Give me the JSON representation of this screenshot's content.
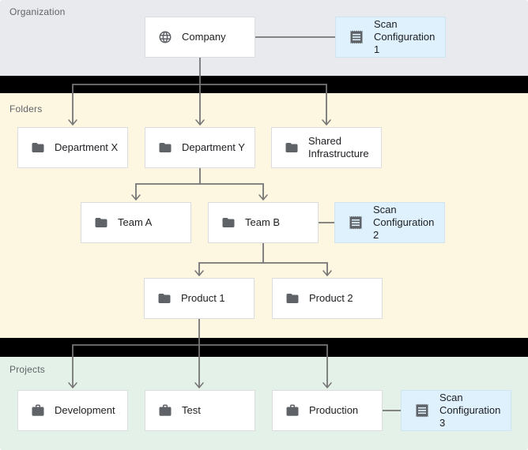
{
  "sections": {
    "organization": {
      "label": "Organization"
    },
    "folders": {
      "label": "Folders"
    },
    "projects": {
      "label": "Projects"
    }
  },
  "nodes": {
    "company": {
      "label": "Company",
      "icon": "globe-icon",
      "section": "organization"
    },
    "scan_config_1": {
      "label": "Scan Configuration 1",
      "icon": "receipt-icon",
      "section": "organization"
    },
    "department_x": {
      "label": "Department X",
      "icon": "folder-icon",
      "section": "folders"
    },
    "department_y": {
      "label": "Department Y",
      "icon": "folder-icon",
      "section": "folders"
    },
    "shared_infrastructure": {
      "label": "Shared Infrastructure",
      "icon": "folder-icon",
      "section": "folders"
    },
    "team_a": {
      "label": "Team A",
      "icon": "folder-icon",
      "section": "folders"
    },
    "team_b": {
      "label": "Team B",
      "icon": "folder-icon",
      "section": "folders"
    },
    "scan_config_2": {
      "label": "Scan Configuration 2",
      "icon": "receipt-icon",
      "section": "folders"
    },
    "product_1": {
      "label": "Product 1",
      "icon": "folder-icon",
      "section": "folders"
    },
    "product_2": {
      "label": "Product 2",
      "icon": "folder-icon",
      "section": "folders"
    },
    "development": {
      "label": "Development",
      "icon": "briefcase-icon",
      "section": "projects"
    },
    "test": {
      "label": "Test",
      "icon": "briefcase-icon",
      "section": "projects"
    },
    "production": {
      "label": "Production",
      "icon": "briefcase-icon",
      "section": "projects"
    },
    "scan_config_3": {
      "label": "Scan Configuration 3",
      "icon": "receipt-icon",
      "section": "projects"
    }
  },
  "edges": [
    {
      "from": "company",
      "to": "department_x",
      "type": "arrow"
    },
    {
      "from": "company",
      "to": "department_y",
      "type": "arrow"
    },
    {
      "from": "company",
      "to": "shared_infrastructure",
      "type": "arrow"
    },
    {
      "from": "company",
      "to": "scan_config_1",
      "type": "attachment"
    },
    {
      "from": "department_y",
      "to": "team_a",
      "type": "arrow"
    },
    {
      "from": "department_y",
      "to": "team_b",
      "type": "arrow"
    },
    {
      "from": "team_b",
      "to": "scan_config_2",
      "type": "attachment"
    },
    {
      "from": "team_b",
      "to": "product_1",
      "type": "arrow"
    },
    {
      "from": "team_b",
      "to": "product_2",
      "type": "arrow"
    },
    {
      "from": "product_1",
      "to": "development",
      "type": "arrow"
    },
    {
      "from": "product_1",
      "to": "test",
      "type": "arrow"
    },
    {
      "from": "product_1",
      "to": "production",
      "type": "arrow"
    },
    {
      "from": "production",
      "to": "scan_config_3",
      "type": "attachment"
    }
  ],
  "colors": {
    "organization_bg": "#e8eaed",
    "folders_bg": "#fdf7e2",
    "projects_bg": "#e4f1e9",
    "node_bg": "#ffffff",
    "node_border": "#dadce0",
    "scan_node_bg": "#def1fc",
    "scan_node_border": "#cfe4f1",
    "divider": "#000000",
    "connector": "#757575",
    "icon": "#5f6368",
    "node_label_text": "#202124",
    "section_label_text": "#5f6368"
  }
}
